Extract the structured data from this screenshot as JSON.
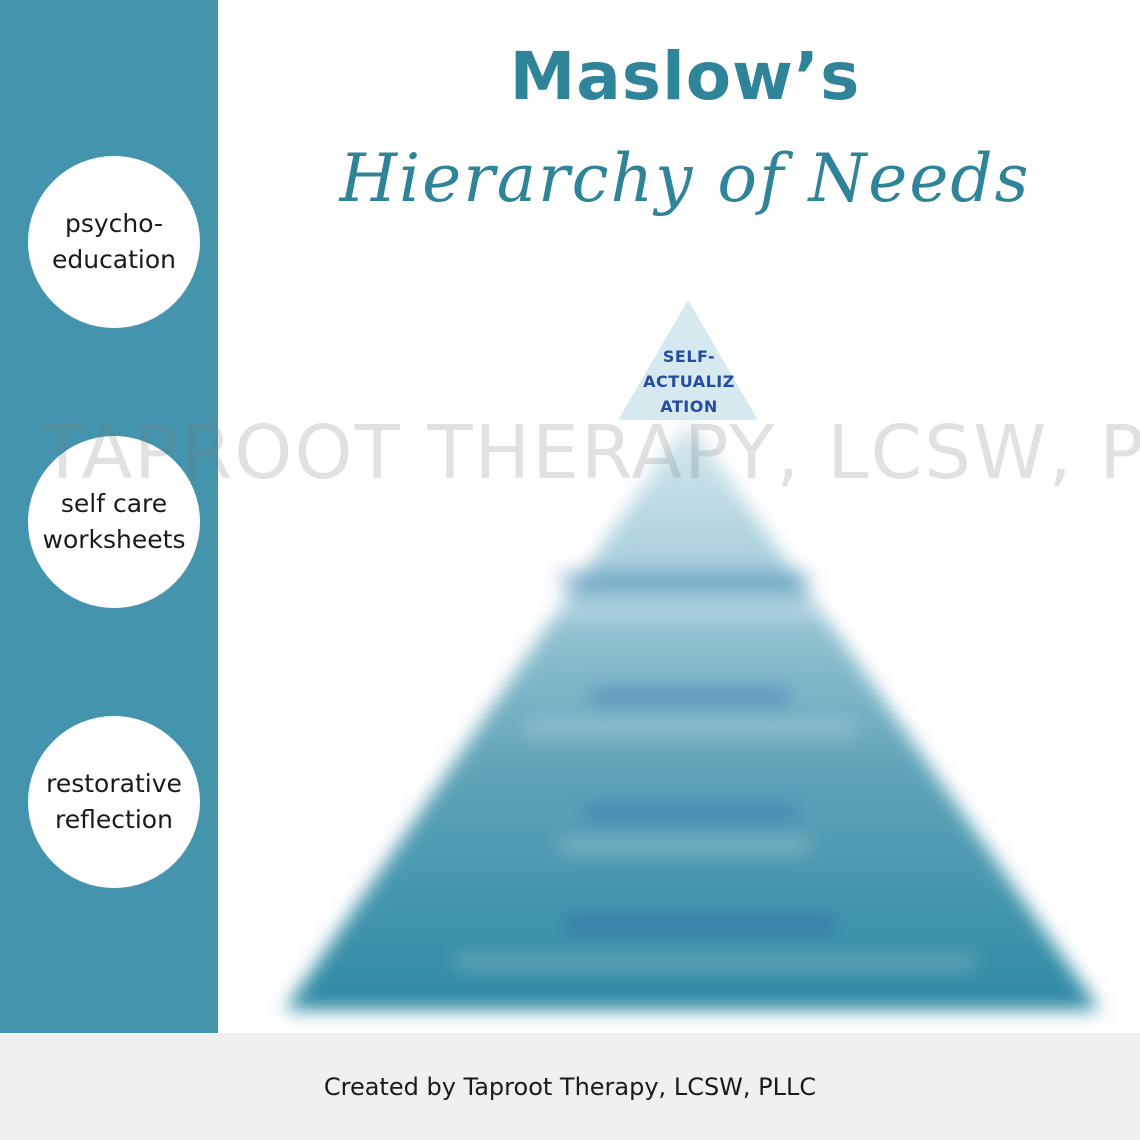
{
  "sidebar": {
    "items": [
      {
        "line1": "psycho-",
        "line2": "education"
      },
      {
        "line1": "self care",
        "line2": "worksheets"
      },
      {
        "line1": "restorative",
        "line2": "reflection"
      }
    ]
  },
  "header": {
    "title": "Maslow’s",
    "subtitle": "Hierarchy of Needs"
  },
  "pyramid": {
    "apex_label": {
      "line1": "SELF-",
      "line2": "ACTUALIZ",
      "line3": "ATION"
    }
  },
  "watermark": "TAPROOT THERAPY, LCSW, PLLC",
  "footer": {
    "credit": "Created by Taproot Therapy, LCSW, PLLC"
  },
  "colors": {
    "sidebar": "#4494ad",
    "title": "#2f8499",
    "apex_text": "#234da0",
    "footer_bg": "#f0f0f0"
  }
}
